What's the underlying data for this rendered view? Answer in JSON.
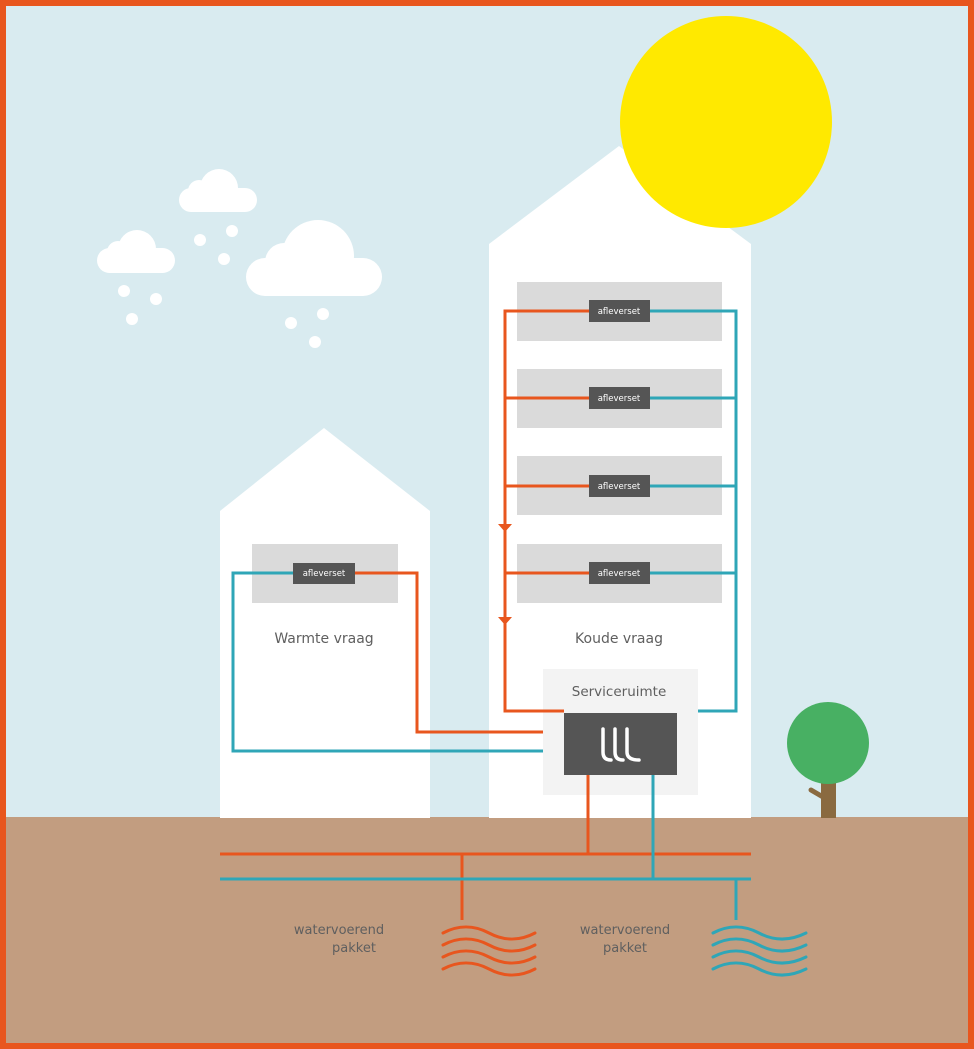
{
  "colors": {
    "border": "#e8561e",
    "sky": "#d9ebf0",
    "ground": "#c29d80",
    "building": "#ffffff",
    "floor": "#dadada",
    "device": "#555555",
    "warm_pipe": "#e8561e",
    "cold_pipe": "#2fa6b7",
    "sun": "#ffe900",
    "tree_crown": "#48b063",
    "tree_trunk": "#8a6a40",
    "service_room": "#f3f3f3"
  },
  "buildings": {
    "small": {
      "label": "Warmte vraag",
      "sets": [
        "afleverset"
      ]
    },
    "tall": {
      "label": "Koude vraag",
      "sets": [
        "afleverset",
        "afleverset",
        "afleverset",
        "afleverset"
      ]
    }
  },
  "service_room": {
    "label": "Serviceruimte",
    "device_icon": "heat-pump-icon"
  },
  "aquifers": [
    {
      "label_line1": "watervoerend",
      "label_line2": "pakket",
      "type": "warm"
    },
    {
      "label_line1": "watervoerend",
      "label_line2": "pakket",
      "type": "cold"
    }
  ]
}
